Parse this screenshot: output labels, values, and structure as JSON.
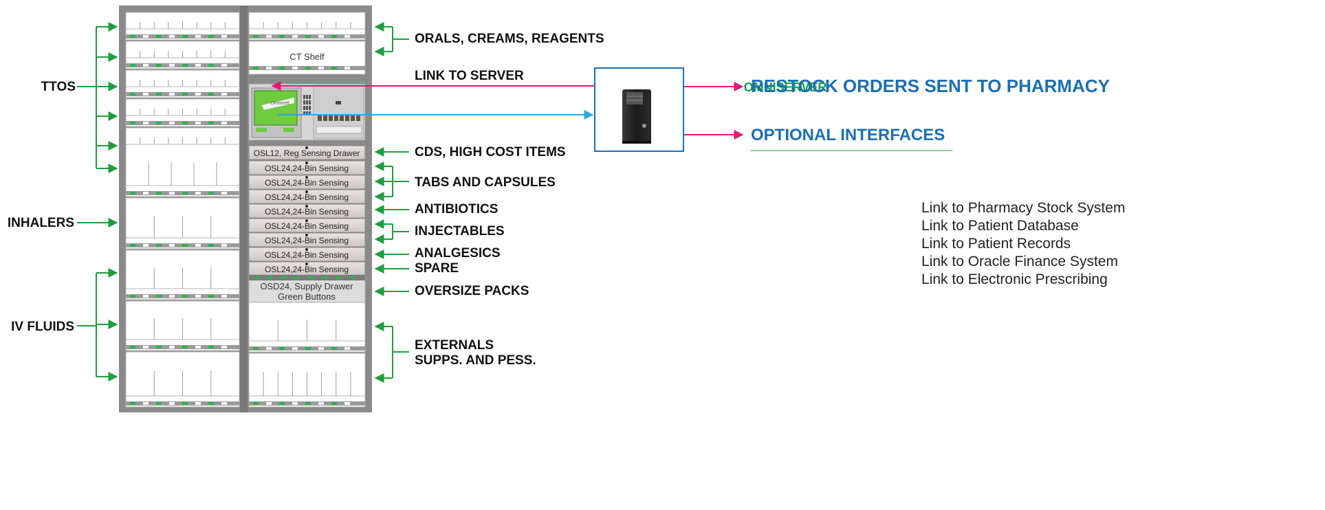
{
  "diagram": {
    "left_labels": {
      "ttos": "TTOS",
      "inhalers": "INHALERS",
      "iv_fluids": "IV FLUIDS"
    },
    "right_labels": {
      "orals": "ORALS, CREAMS, REAGENTS",
      "link_to_server": "LINK TO SERVER",
      "cds": "CDS, HIGH COST ITEMS",
      "tabs": "TABS AND CAPSULES",
      "antibiotics": "ANTIBIOTICS",
      "injectables": "INJECTABLES",
      "analgesics": "ANALGESICS",
      "spare": "SPARE",
      "oversize": "OVERSIZE PACKS",
      "externals_line1": "EXTERNALS",
      "externals_line2": "SUPPS. AND PESS."
    },
    "cabinet": {
      "ct_shelf": "CT Shelf",
      "screen_logo": "Omnicell",
      "drawers": [
        "OSL12, Reg Sensing Drawer",
        "OSL24,24-Bin Sensing",
        "OSL24,24-Bin Sensing",
        "OSL24,24-Bin Sensing",
        "OSL24,24-Bin Sensing",
        "OSL24,24-Bin Sensing",
        "OSL24,24-Bin Sensing",
        "OSL24,24-Bin Sensing",
        "OSL24,24-Bin Sensing"
      ],
      "supply_drawer_line1": "OSD24, Supply Drawer",
      "supply_drawer_line2": "Green Buttons"
    },
    "server": {
      "title": "OMNISERVER"
    },
    "outputs": {
      "restock": "RESTOCK ORDERS SENT TO PHARMACY",
      "optional": "OPTIONAL INTERFACES"
    },
    "interfaces": [
      "Link to Pharmacy Stock System",
      "Link to Patient Database",
      "Link to Patient Records",
      "Link to Oracle Finance System",
      "Link to Electronic Prescribing"
    ],
    "colors": {
      "green_arrow": "#1e9e3e",
      "magenta_link": "#e0197a",
      "cyan_link": "#2aa9e0",
      "blue_heading": "#1a6fb5",
      "cabinet_gray": "#8a8a8a"
    }
  }
}
